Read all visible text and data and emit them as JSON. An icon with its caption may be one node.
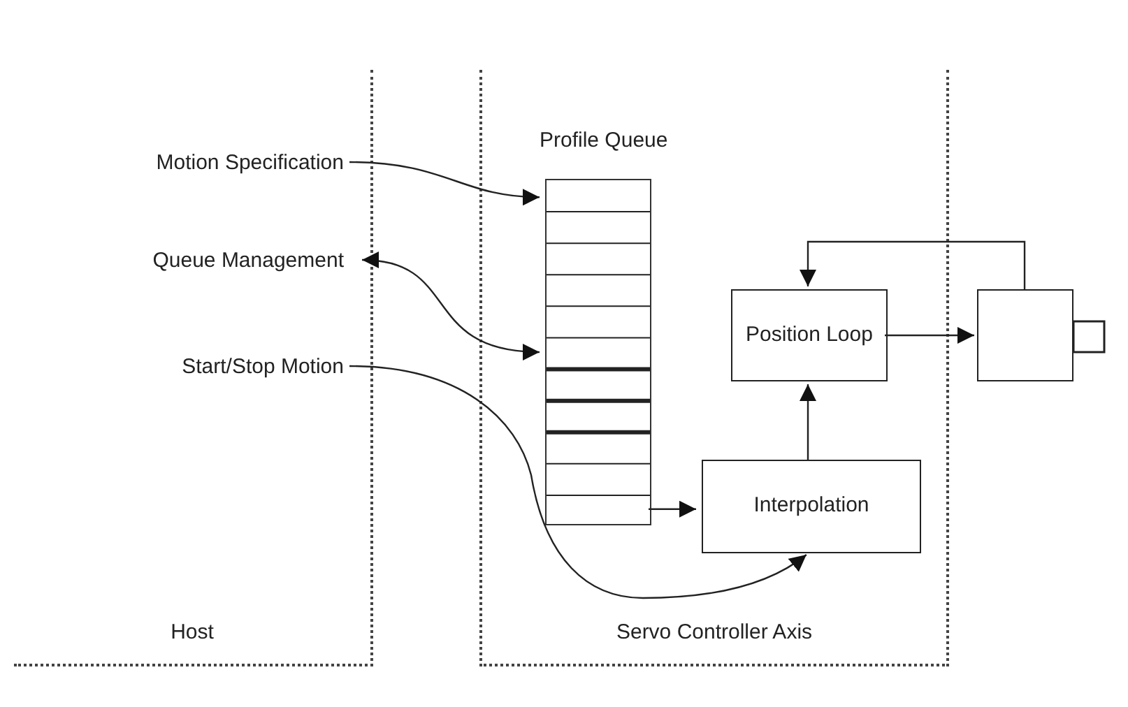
{
  "diagram": {
    "nodes": [
      {
        "text": [
          "Host"
        ]
      },
      {
        "text": [
          "Servo Controller Axis"
        ]
      },
      {
        "text": [
          "Motion Specification"
        ],
        "in": 0
      },
      {
        "text": [
          "Queue Management"
        ],
        "in": 0
      },
      {
        "text": [
          "Start/Stop Motion"
        ],
        "in": 0
      },
      {
        "text": [
          "Profile Queue"
        ],
        "in": 1
      },
      {
        "text": [
          "Position Loop"
        ],
        "in": 1
      },
      {
        "text": [
          "Interpolation"
        ],
        "in": 1
      },
      {
        "text": [],
        "shape": "box"
      }
    ],
    "edges": [
      {
        "from": 2,
        "to": 5,
        "arrow": "to"
      },
      {
        "from": 3,
        "to": 5,
        "arrow": "both"
      },
      {
        "from": 4,
        "to": 7,
        "arrow": "to"
      },
      {
        "from": 5,
        "to": 7,
        "arrow": "to"
      },
      {
        "from": 7,
        "to": 6,
        "arrow": "to"
      },
      {
        "from": 6,
        "to": 8,
        "arrow": "to"
      },
      {
        "from": 8,
        "to": 6,
        "arrow": "to"
      }
    ]
  }
}
